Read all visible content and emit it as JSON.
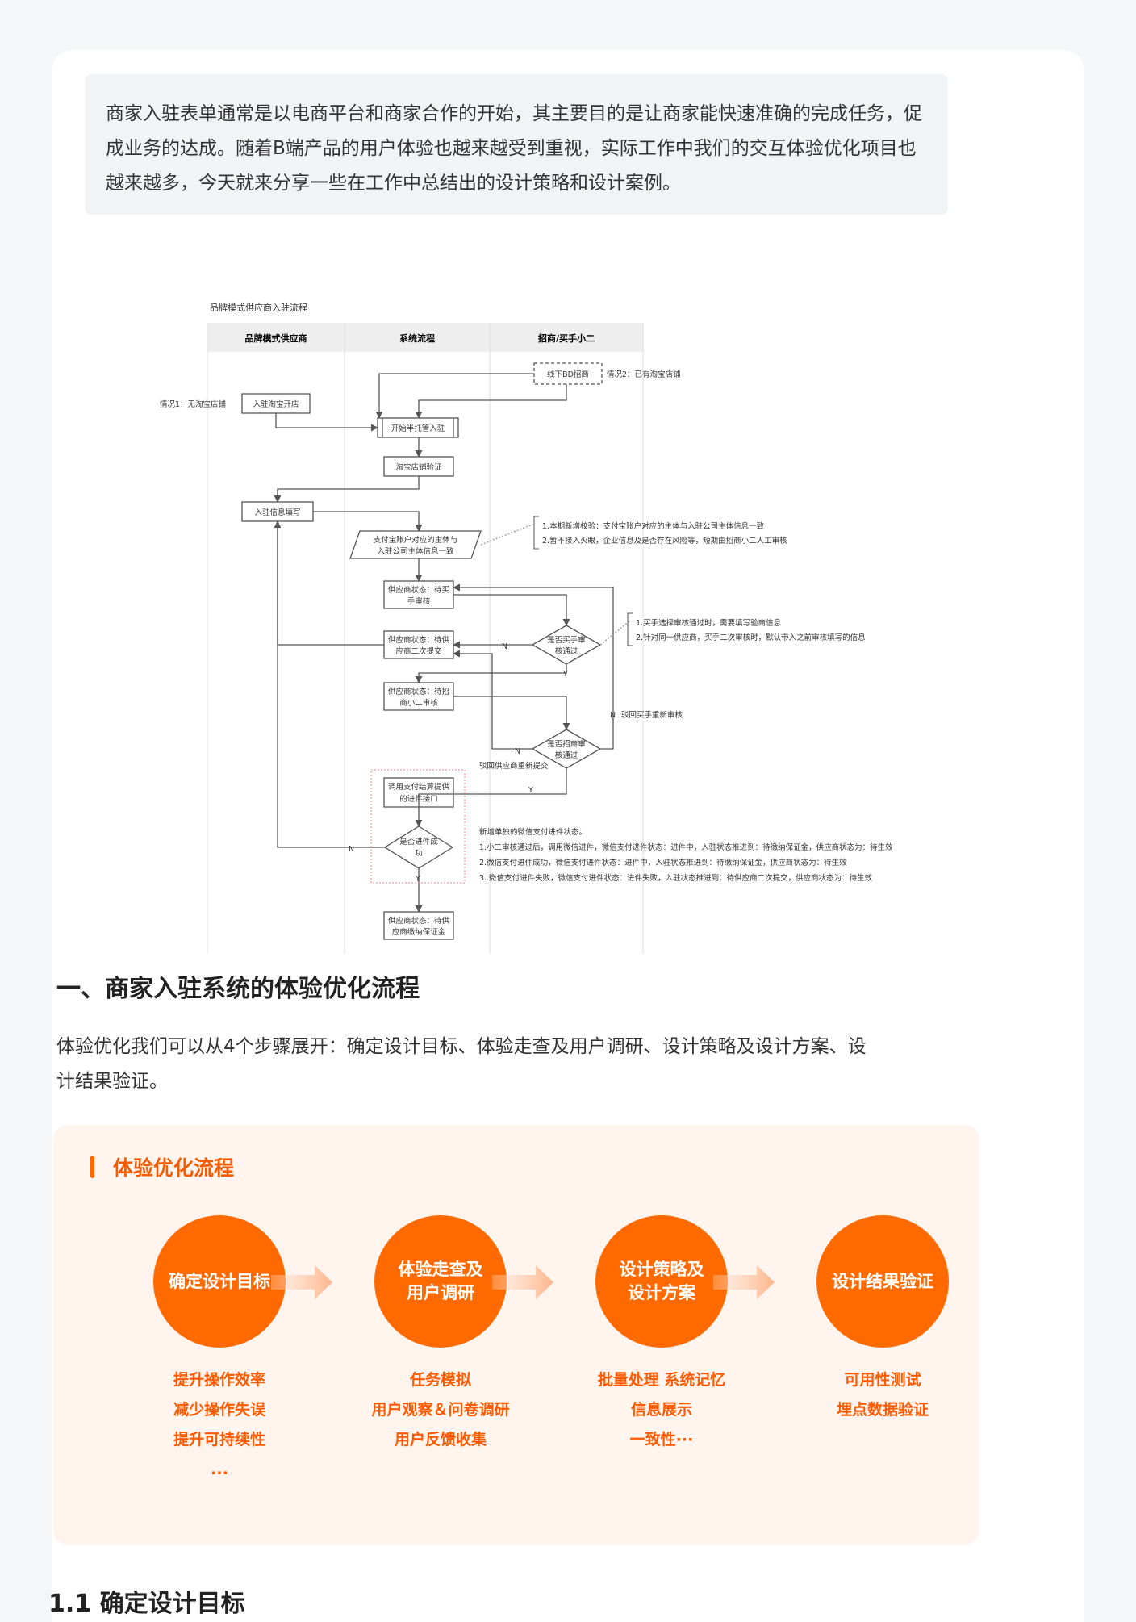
{
  "intro": {
    "text": "商家入驻表单通常是以电商平台和商家合作的开始，其主要目的是让商家能快速准确的完成任务，促成业务的达成。随着B端产品的用户体验也越来越受到重视，实际工作中我们的交互体验优化项目也越来越多，今天就来分享一些在工作中总结出的设计策略和设计案例。"
  },
  "flowchart": {
    "title": "品牌模式供应商入驻流程",
    "lanes": [
      "品牌模式供应商",
      "系统流程",
      "招商/买手小二"
    ],
    "nodes": {
      "bd": "线下BD招商",
      "open_shop": "入驻淘宝开店",
      "start": "开始半托管入驻",
      "verify": "淘宝店铺验证",
      "fill": "入驻信息填写",
      "alipay_1": "支付宝账户对应的主体与",
      "alipay_2": "入驻公司主体信息一致",
      "buyer_review_1": "供应商状态：待买",
      "buyer_review_2": "手审核",
      "resubmit_1": "供应商状态：待供",
      "resubmit_2": "应商二次提交",
      "xiaoer_review_1": "供应商状态：待招",
      "xiaoer_review_2": "商小二审核",
      "decision1_1": "是否买手审",
      "decision1_2": "核通过",
      "decision2_1": "是否招商审",
      "decision2_2": "核通过",
      "pay_api_1": "调用支付结算提供",
      "pay_api_2": "的进件接口",
      "decision3_1": "是否进件成",
      "decision3_2": "功",
      "deposit_1": "供应商状态：待供",
      "deposit_2": "应商缴纳保证金"
    },
    "labels": {
      "case1": "情况1：无淘宝店铺",
      "case2": "情况2：已有淘宝店铺",
      "n": "N",
      "y": "Y",
      "reject_buyer": "驳回买手重新审核",
      "reject_supplier": "驳回供应商重新提交"
    },
    "notes": {
      "note1": [
        "1.本期新增校验：支付宝账户对应的主体与入驻公司主体信息一致",
        "2.暂不接入火眼，企业信息及是否存在风险等，短期由招商小二人工审核"
      ],
      "note2": [
        "1.买手选择审核通过时，需要填写验商信息",
        "2.针对同一供应商，买手二次审核时，默认带入之前审核填写的信息"
      ],
      "note3": [
        "新增单独的微信支付进件状态。",
        "1.小二审核通过后，调用微信进件，微信支付进件状态：进件中，入驻状态推进到：待缴纳保证金，供应商状态为：待生效",
        "2.微信支付进件成功，微信支付进件状态：进件中，入驻状态推进到：待缴纳保证金，供应商状态为：待生效",
        "3..微信支付进件失败，微信支付进件状态：进件失败，入驻状态推进到：待供应商二次提交，供应商状态为：待生效"
      ]
    }
  },
  "section1": {
    "title": "一、商家入驻系统的体验优化流程",
    "lead": "体验优化我们可以从4个步骤展开：确定设计目标、体验走查及用户调研、设计策略及设计方案、设计结果验证。"
  },
  "process_panel": {
    "title": "体验优化流程",
    "steps": [
      {
        "label": "确定设计目标",
        "items": [
          "提升操作效率",
          "减少操作失误",
          "提升可持续性",
          "..."
        ]
      },
      {
        "label": "体验走查及\n用户调研",
        "items": [
          "任务模拟",
          "用户观察＆问卷调研",
          "用户反馈收集"
        ]
      },
      {
        "label": "设计策略及\n设计方案",
        "items": [
          "批量处理 系统记忆",
          "信息展示",
          "一致性···"
        ]
      },
      {
        "label": "设计结果验证",
        "items": [
          "可用性测试",
          "埋点数据验证"
        ]
      }
    ],
    "accent": "#ff6a00"
  },
  "section1_1": {
    "title": "1.1 确定设计目标"
  }
}
